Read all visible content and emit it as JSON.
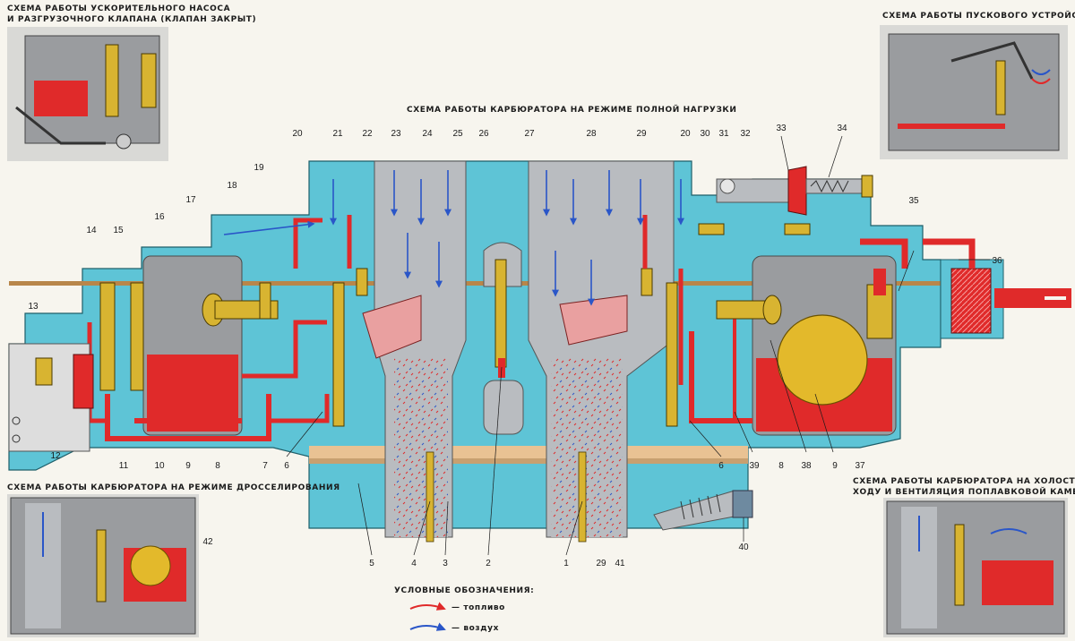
{
  "captions": {
    "accel_pump_line1": "СХЕМА РАБОТЫ УСКОРИТЕЛЬНОГО НАСОСА",
    "accel_pump_line2": "И РАЗГРУЗОЧНОГО КЛАПАНА (КЛАПАН ЗАКРЫТ)",
    "starter": "СХЕМА РАБОТЫ ПУСКОВОГО УСТРОЙСТВА",
    "main": "СХЕМА РАБОТЫ КАРБЮРАТОРА НА РЕЖИМЕ ПОЛНОЙ НАГРУЗКИ",
    "throttling": "СХЕМА РАБОТЫ КАРБЮРАТОРА НА РЕЖИМЕ ДРОССЕЛИРОВАНИЯ",
    "idle_line1": "СХЕМА РАБОТЫ КАРБЮРАТОРА НА ХОЛОСТОМ",
    "idle_line2": "ХОДУ И ВЕНТИЛЯЦИЯ ПОПЛАВКОВОЙ КАМЕРЫ"
  },
  "legend": {
    "title": "УСЛОВНЫЕ ОБОЗНАЧЕНИЯ:",
    "fuel": "— топливо",
    "air": "— воздух"
  },
  "colors": {
    "fuel": "#e02a2a",
    "air": "#2a56c8",
    "body": "#5ec4d6",
    "metal": "#b9bcc0",
    "brass": "#d8b431"
  },
  "callouts": {
    "n1": "1",
    "n2": "2",
    "n3": "3",
    "n4": "4",
    "n5": "5",
    "n6a": "6",
    "n6b": "6",
    "n7": "7",
    "n8a": "8",
    "n8b": "8",
    "n9a": "9",
    "n9b": "9",
    "n10": "10",
    "n11": "11",
    "n12": "12",
    "n13": "13",
    "n14": "14",
    "n15": "15",
    "n16": "16",
    "n17": "17",
    "n18": "18",
    "n19": "19",
    "n20a": "20",
    "n20b": "20",
    "n21": "21",
    "n22": "22",
    "n23": "23",
    "n24": "24",
    "n25": "25",
    "n26": "26",
    "n27": "27",
    "n28": "28",
    "n29a": "29",
    "n29b": "29",
    "n30": "30",
    "n31": "31",
    "n32": "32",
    "n33": "33",
    "n34": "34",
    "n35": "35",
    "n36": "36",
    "n37": "37",
    "n38": "38",
    "n39": "39",
    "n40": "40",
    "n41": "41",
    "n42": "42"
  }
}
